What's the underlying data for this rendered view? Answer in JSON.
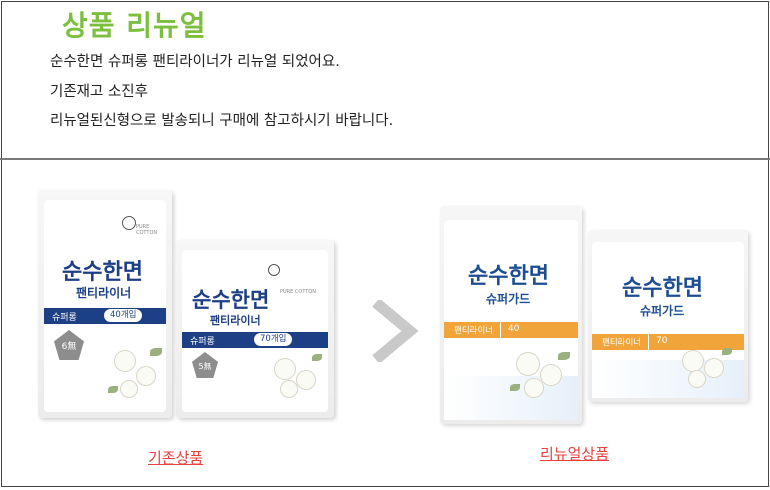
{
  "notice": {
    "title": "상품 리뉴얼",
    "lines": [
      "순수한면 슈퍼롱 팬티라이너가 리뉴얼 되었어요.",
      "기존재고 소진후",
      "리뉴얼된신형으로 발송되니  구매에 참고하시기 바랍니다."
    ]
  },
  "old_product": {
    "caption": "기존상품",
    "large": {
      "brand": "순수한면",
      "subtitle": "팬티라이너",
      "type_label": "슈퍼롱",
      "count_label": "40개입",
      "badge": "6無",
      "cotton_label": "PURE COTTON"
    },
    "small": {
      "brand": "순수한면",
      "subtitle": "팬티라이너",
      "type_label": "슈퍼롱",
      "count_label": "70개입",
      "badge": "5無",
      "cotton_label": "PURE COTTON"
    }
  },
  "new_product": {
    "caption": "리뉴얼상품",
    "large": {
      "brand": "순수한면",
      "subtitle": "슈퍼가드",
      "band_label": "팬티라이너",
      "count_label": "40"
    },
    "small": {
      "brand": "순수한면",
      "subtitle": "슈퍼가드",
      "band_label": "팬티라이너",
      "count_label": "70"
    }
  },
  "colors": {
    "title_green": "#7cbf3f",
    "caption_red": "#e8403d",
    "navy": "#1d3f86",
    "orange": "#f1a43a",
    "arrow_gray": "#c9c9c9"
  },
  "arrow_icon": "arrow-right-icon"
}
